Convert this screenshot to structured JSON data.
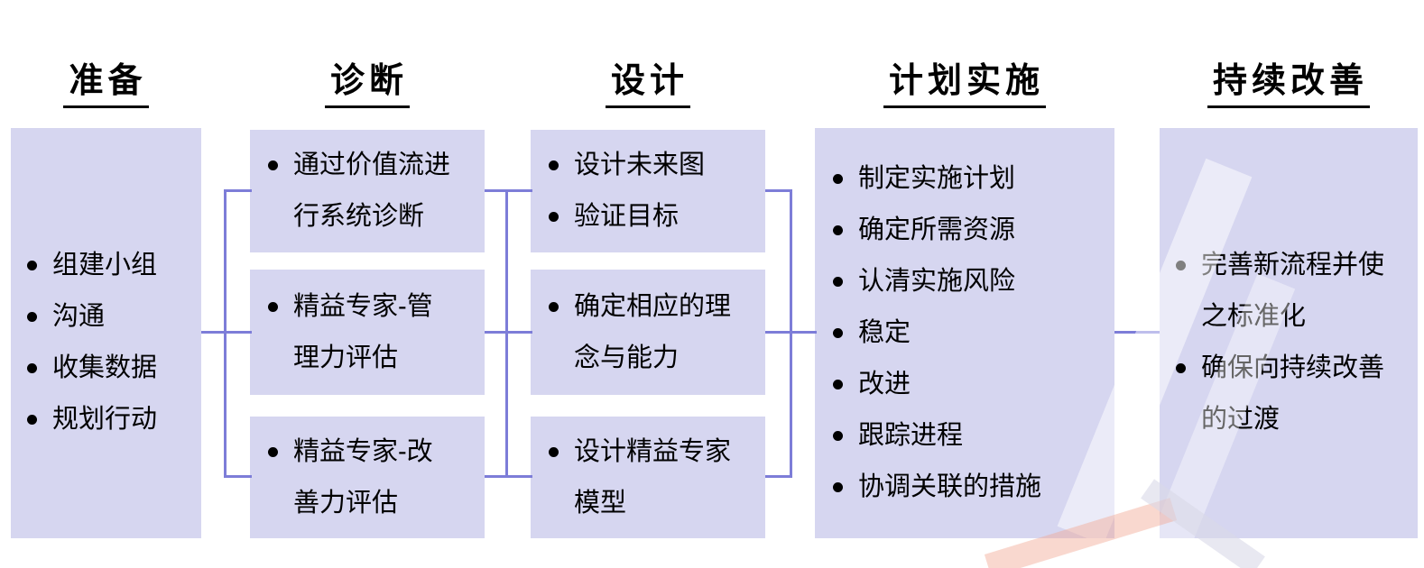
{
  "diagram_title": "",
  "colors": {
    "box_fill": "#D6D6F0",
    "connector_line": "#7D7DD8",
    "text": "#000000",
    "watermark_pink": "#F2A894",
    "watermark_lavender": "#D8D8E8"
  },
  "columns": [
    {
      "id": "prepare",
      "header": "准备",
      "boxes": [
        {
          "items": [
            "组建小组",
            "沟通",
            "收集数据",
            "规划行动"
          ]
        }
      ]
    },
    {
      "id": "diagnose",
      "header": "诊断",
      "boxes": [
        {
          "items": [
            "通过价值流进行系统诊断"
          ]
        },
        {
          "items": [
            "精益专家-管理力评估"
          ]
        },
        {
          "items": [
            "精益专家-改善力评估"
          ]
        }
      ]
    },
    {
      "id": "design",
      "header": "设计",
      "boxes": [
        {
          "items": [
            "设计未来图",
            "验证目标"
          ]
        },
        {
          "items": [
            "确定相应的理念与能力"
          ]
        },
        {
          "items": [
            "设计精益专家模型"
          ]
        }
      ]
    },
    {
      "id": "plan-implementation",
      "header": "计划实施",
      "boxes": [
        {
          "items": [
            "制定实施计划",
            "确定所需资源",
            "认清实施风险",
            "稳定",
            "改进",
            "跟踪进程",
            "协调关联的措施"
          ]
        }
      ]
    },
    {
      "id": "continuous-improvement",
      "header": "持续改善",
      "boxes": [
        {
          "items": [
            "完善新流程并使之标准化",
            "确保向持续改善的过渡"
          ]
        }
      ]
    }
  ]
}
